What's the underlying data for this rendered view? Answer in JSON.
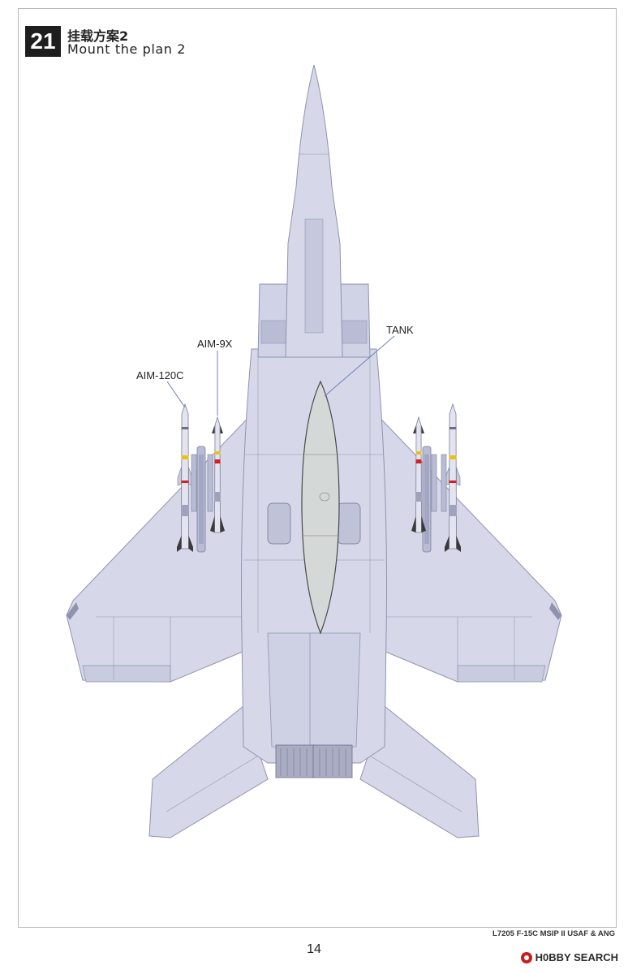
{
  "step": {
    "number": "21",
    "title_cn": "挂载方案2",
    "title_en": "Mount the plan 2"
  },
  "callouts": {
    "aim9x": "AIM-9X",
    "aim120c": "AIM-120C",
    "tank": "TANK"
  },
  "footer": {
    "model": "L7205 F-15C MSIP II USAF & ANG",
    "page_number": "14",
    "watermark": "H0BBY SEARCH"
  },
  "colors": {
    "airframe": "#d6d8ea",
    "airframe_shadow": "#b9bcd4",
    "panel_line": "#8f93ad",
    "tank": "#d4d8d6",
    "missile_body": "#e3e4ef",
    "missile_dark": "#3a3a3a",
    "missile_red": "#d42020",
    "missile_yellow": "#e2c21c"
  }
}
